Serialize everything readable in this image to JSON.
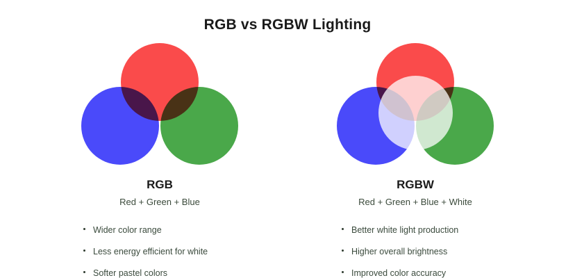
{
  "header": {
    "title": "RGB vs RGBW Lighting"
  },
  "colors": {
    "red": "#FA4B4B",
    "blue": "#4A4AFA",
    "green": "#4AA84A",
    "white_overlay": "#FFFFFF",
    "background": "#FFFFFF",
    "title_text": "#1A1A1A",
    "body_text": "#3A4A3C"
  },
  "panels": [
    {
      "id": "rgb",
      "title": "RGB",
      "subtitle": "Red + Green + Blue",
      "circles": [
        {
          "name": "red-circle",
          "color": "#FA4B4B"
        },
        {
          "name": "blue-circle",
          "color": "#4A4AFA"
        },
        {
          "name": "green-circle",
          "color": "#4AA84A"
        }
      ],
      "has_white_circle": false,
      "bullets": [
        "Wider color range",
        "Less energy efficient for white",
        "Softer pastel colors"
      ]
    },
    {
      "id": "rgbw",
      "title": "RGBW",
      "subtitle": "Red + Green + Blue + White",
      "circles": [
        {
          "name": "red-circle",
          "color": "#FA4B4B"
        },
        {
          "name": "blue-circle",
          "color": "#4A4AFA"
        },
        {
          "name": "green-circle",
          "color": "#4AA84A"
        },
        {
          "name": "white-circle",
          "color": "#FFFFFF"
        }
      ],
      "has_white_circle": true,
      "bullets": [
        "Better white light production",
        "Higher overall brightness",
        "Improved color accuracy"
      ]
    }
  ]
}
